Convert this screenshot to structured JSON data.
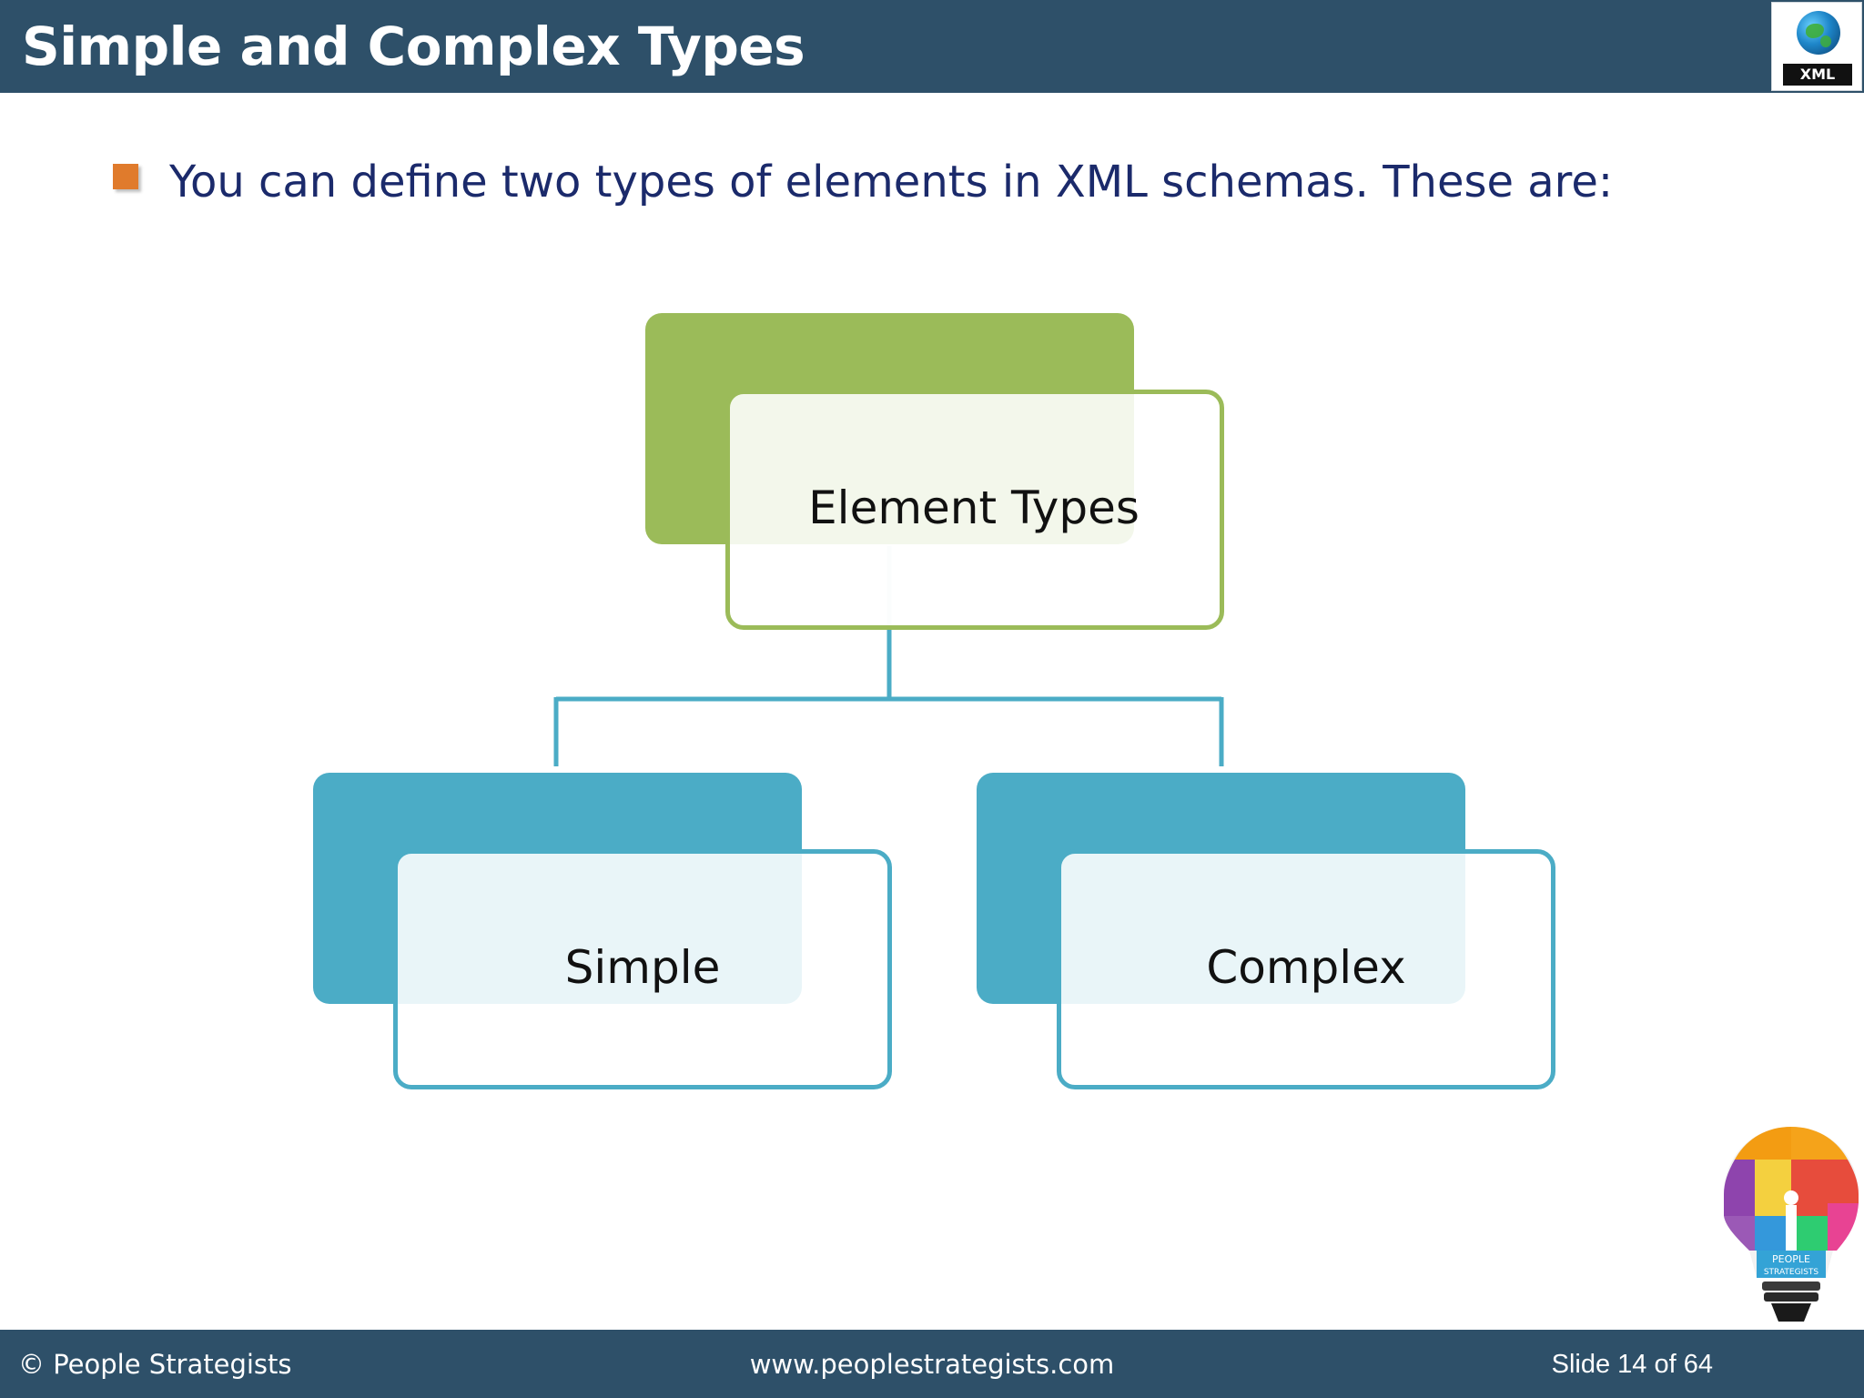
{
  "header": {
    "title": "Simple and Complex Types",
    "logo_text": "XML",
    "logo_icon": "globe-icon"
  },
  "content": {
    "bullet_text": "You can define two types of elements in XML schemas. These are:"
  },
  "diagram": {
    "root": {
      "label": "Element Types",
      "color": "#9bbb59"
    },
    "children": [
      {
        "label": "Simple",
        "color": "#4bacc6"
      },
      {
        "label": "Complex",
        "color": "#4bacc6"
      }
    ],
    "connector_color": "#4bacc6"
  },
  "footer": {
    "copyright": "© People Strategists",
    "website": "www.peoplestrategists.com",
    "slide": "Slide 14 of 64"
  },
  "brand_logo": {
    "text_line1": "PEOPLE",
    "text_line2": "STRATEGISTS",
    "icon": "lightbulb-puzzle-icon"
  },
  "colors": {
    "header_bg": "#2e5069",
    "bullet": "#e07b2c",
    "bullet_text": "#1b2a6b"
  }
}
